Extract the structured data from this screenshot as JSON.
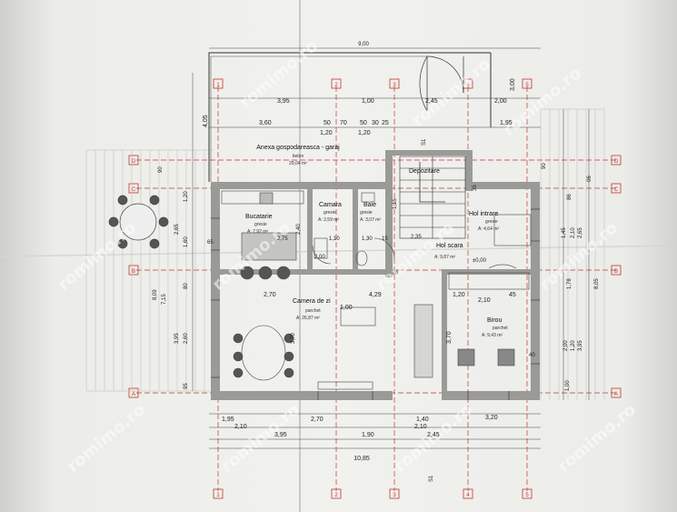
{
  "colors": {
    "axis": "#c0392b",
    "wall": "#8a8a8a",
    "line": "#333333",
    "paper": "#f1f1ee"
  },
  "watermark": "romimo.ro",
  "overall": {
    "top": "9,00",
    "bottom": "10,85"
  },
  "axes": {
    "columns": [
      "1",
      "2",
      "3",
      "4",
      "5"
    ],
    "rows": [
      "D",
      "C",
      "B",
      "A"
    ]
  },
  "rooms": {
    "garaj": {
      "name": "Anexa gospodareasca - garaj",
      "floor": "beton",
      "area": "29,04 m²"
    },
    "depozitare": {
      "name": "Depozitare"
    },
    "bucatarie": {
      "name": "Bucatarie",
      "floor": "gresie",
      "area": "A: 7,92 m²"
    },
    "camara": {
      "name": "Camara",
      "floor": "gresie",
      "area": "A: 2,59 m²"
    },
    "baie": {
      "name": "Baie",
      "floor": "gresie",
      "area": "A: 3,07 m²"
    },
    "hol_intrare": {
      "name": "Hol intrare",
      "floor": "gresie",
      "area": "A: 4,64 m²"
    },
    "hol_scara": {
      "name": "Hol scara",
      "area": "A: 9,87 m²"
    },
    "camera_zi": {
      "name": "Camera de zi",
      "floor": "parchet",
      "area": "A: 26,87 m²"
    },
    "birou": {
      "name": "Birou",
      "floor": "parchet",
      "area": "A: 9,43 m²"
    }
  },
  "dims": {
    "top_row": [
      "3,95",
      "1,00",
      "2,45",
      "2,00",
      "3,00"
    ],
    "row2": [
      "3,60",
      "50",
      "70",
      "50",
      "30",
      "25",
      "1,95"
    ],
    "row3": [
      "1,20",
      "1,20"
    ],
    "bottom_row1": [
      "1,95",
      "2,70",
      "1,40",
      "3,20"
    ],
    "bottom_row2": [
      "2,10",
      "2,10"
    ],
    "bottom_row3": [
      "3,95",
      "1,90",
      "2,45"
    ],
    "left_side": [
      "4,05",
      "90",
      "1,20",
      "2,65",
      "1,60",
      "65",
      "8,09",
      "7,15",
      "80",
      "3,95",
      "2,60",
      "3,70",
      "95"
    ],
    "interior": [
      "2,75",
      "2,40",
      "1,10",
      "1,30",
      "15",
      "2,35",
      "1,15",
      "2,00",
      "2,70",
      "4,29",
      "1,00",
      "1,20",
      "45",
      "2,10",
      "3,70",
      "±0,00",
      "S1",
      "S1"
    ],
    "right_side": [
      "90",
      "06",
      "86",
      "2,65",
      "2,10",
      "1,45",
      "1,78",
      "8,05",
      "2,00",
      "1,20",
      "3,95",
      "1,00",
      "40",
      "35"
    ]
  }
}
